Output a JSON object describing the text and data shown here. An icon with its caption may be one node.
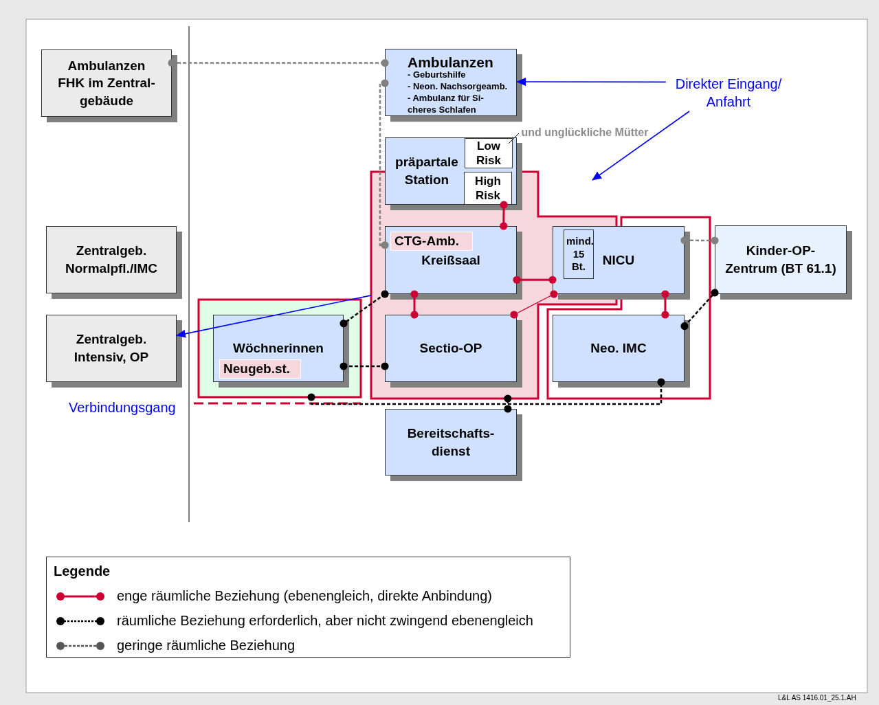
{
  "diagram": {
    "nodes": [
      {
        "text": [
          "Ambulanzen FHK im Zentral- gebäude"
        ]
      },
      {
        "text": [
          "Ambulanzen",
          "- Geburtshilfe",
          "- Neon. Nachsorgeamb.",
          "- Ambulanz für Si- cheres Schlafen"
        ]
      },
      {
        "text": [
          "präpartale Station"
        ]
      },
      {
        "text": [
          "Low Risk"
        ],
        "in": 2
      },
      {
        "text": [
          "High Risk"
        ]
      },
      {
        "text": [
          "Zentralgeb. Normalpfl./IMC"
        ]
      },
      {
        "text": [
          "Zentralgeb. Intensiv, OP"
        ]
      },
      {
        "text": [],
        "shape": "box"
      },
      {
        "text": [
          "Kreißsaal"
        ],
        "in": 7
      },
      {
        "text": [
          "CTG-Amb."
        ],
        "in": 8
      },
      {
        "text": [
          "Sectio-OP"
        ],
        "in": 7
      },
      {
        "text": [
          "NICU"
        ]
      },
      {
        "text": [
          "mind. 15 Bt."
        ]
      },
      {
        "text": [],
        "shape": "box"
      },
      {
        "text": [
          "Wöchnerinnen"
        ],
        "in": 13
      },
      {
        "text": [
          "Neugeb.st."
        ],
        "in": 14
      },
      {
        "text": [
          "Neo. IMC"
        ]
      },
      {
        "text": [
          "Kinder-OP- Zentrum (BT 61.1)"
        ]
      },
      {
        "text": [
          "Bereitschafts- dienst"
        ]
      },
      {
        "text": [
          "Direkter Eingang/ Anfahrt"
        ]
      },
      {
        "text": [
          "und unglückliche Mütter"
        ]
      }
    ],
    "edges": [
      {
        "from": 0,
        "to": 1,
        "arrow": "other",
        "style": "dashed",
        "color": "#808080"
      },
      {
        "from": 1,
        "to": 8,
        "arrow": "other",
        "style": "dashed",
        "color": "#808080"
      },
      {
        "from": 8,
        "to": 4,
        "arrow": "other",
        "color": "#cc0033"
      },
      {
        "from": 8,
        "to": 10,
        "arrow": "other",
        "color": "#cc0033"
      },
      {
        "from": 8,
        "to": 11,
        "arrow": "other",
        "color": "#cc0033"
      },
      {
        "from": 10,
        "to": 11,
        "arrow": "other",
        "color": "#cc0033"
      },
      {
        "from": 11,
        "to": 16,
        "arrow": "other",
        "color": "#cc0033"
      },
      {
        "from": 11,
        "to": 17,
        "arrow": "other",
        "style": "dashed",
        "color": "#808080"
      },
      {
        "from": 8,
        "to": 14,
        "arrow": "other",
        "style": "dashed",
        "color": "#000000"
      },
      {
        "from": 14,
        "to": 10,
        "arrow": "other",
        "style": "dashed",
        "color": "#000000"
      },
      {
        "from": 16,
        "to": 17,
        "arrow": "other",
        "style": "dashed",
        "color": "#000000"
      },
      {
        "from": 13,
        "to": 16,
        "arrow": "other",
        "style": "dashed",
        "color": "#000000"
      },
      {
        "from": 18,
        "to": 7,
        "arrow": "other",
        "style": "dashed",
        "color": "#000000"
      },
      {
        "from": 7,
        "to": 6,
        "arrow": "to",
        "color": "#0000ff"
      },
      {
        "from": 19,
        "to": 1,
        "arrow": "to",
        "color": "#0000ff"
      },
      {
        "from": 19,
        "to": null,
        "arrow": "to",
        "color": "#0000ff"
      },
      {
        "from": 20,
        "to": 3,
        "arrow": "none",
        "color": "#000000"
      }
    ],
    "labels": [
      "Verbindungsgang",
      "Legende",
      "L&L AS 1416.01_25.1.AH"
    ],
    "legend": [
      {
        "text": "enge räumliche Beziehung (ebenengleich, direkte Anbindung)"
      },
      {
        "text": "räumliche Beziehung erforderlich, aber nicht zwingend ebenengleich"
      },
      {
        "text": "geringe räumliche Beziehung"
      }
    ]
  }
}
